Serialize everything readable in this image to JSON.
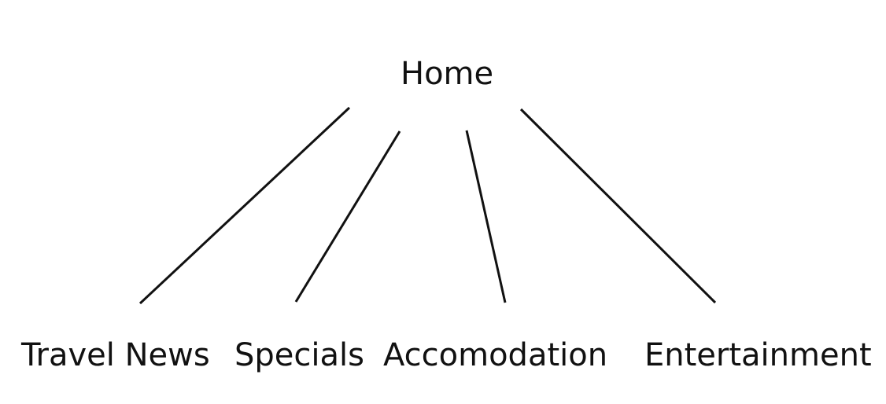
{
  "diagram": {
    "type": "tree",
    "root": {
      "label": "Home"
    },
    "children": [
      {
        "label": "Travel News"
      },
      {
        "label": "Specials"
      },
      {
        "label": "Accomodation"
      },
      {
        "label": "Entertainment"
      }
    ],
    "edges": [
      {
        "from": "Home",
        "to": "Travel News"
      },
      {
        "from": "Home",
        "to": "Specials"
      },
      {
        "from": "Home",
        "to": "Accomodation"
      },
      {
        "from": "Home",
        "to": "Entertainment"
      }
    ],
    "line_color": "#111111",
    "text_color": "#111111",
    "background_color": "#ffffff"
  }
}
